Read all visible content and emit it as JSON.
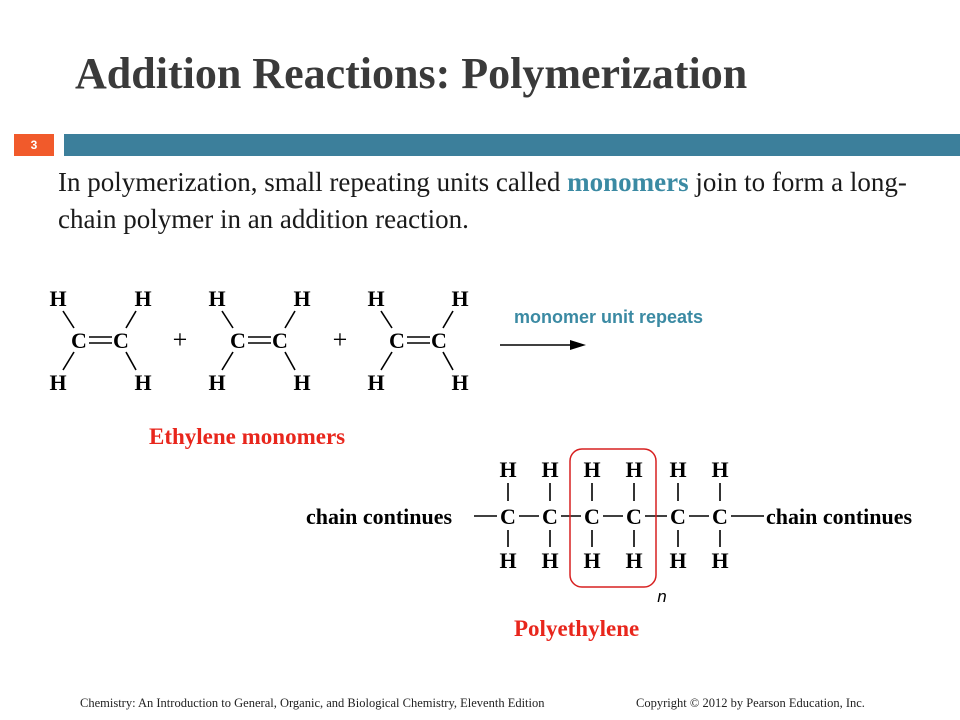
{
  "slide": {
    "title": "Addition Reactions: Polymerization",
    "number": "3",
    "body_prefix": "In polymerization, small repeating units called ",
    "body_highlight": "monomers",
    "body_suffix": " join to form a long-chain polymer in an addition reaction.",
    "accent_color": "#3c7f9b",
    "number_badge_color": "#f15a2b"
  },
  "diagram": {
    "atom_h": "H",
    "atom_c": "C",
    "plus": "+",
    "monomer_repeat_label": "monomer unit repeats",
    "monomer_caption": "Ethylene monomers",
    "chain_left": "chain continues",
    "chain_right": "chain continues",
    "repeat_subscript": "n",
    "polymer_caption": "Polyethylene",
    "caption_color": "#e8261c",
    "label_color": "#3b8aa3"
  },
  "footer": {
    "left": "Chemistry: An Introduction to General, Organic, and Biological Chemistry, Eleventh Edition",
    "right": "Copyright © 2012 by Pearson Education, Inc."
  }
}
